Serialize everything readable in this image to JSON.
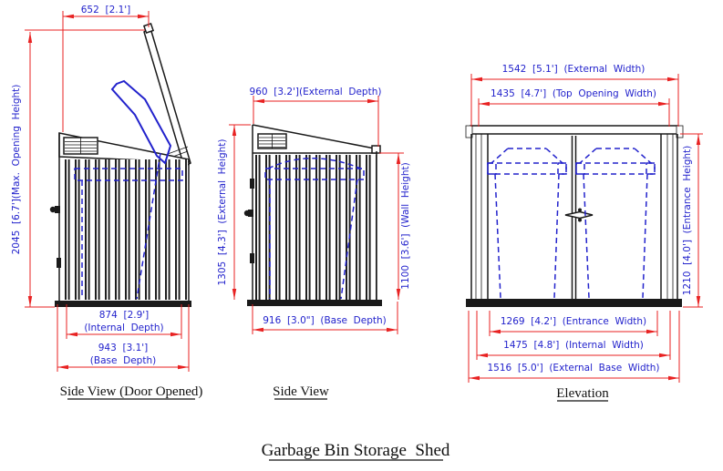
{
  "drawing_title": "Garbage Bin Storage  Shed",
  "colors": {
    "dimension_line": "#e82222",
    "dimension_text": "#2222cc",
    "hidden_bin_line": "#2222cc",
    "outline": "#1a1a1a",
    "background": "#ffffff"
  },
  "views": {
    "side_open": {
      "caption": "Side View (Door Opened)",
      "dim_lid_width": "652  [2.1']",
      "dim_max_opening_height": "2045  [6.7'](Max.  Opening  Height)",
      "dim_internal_depth_value": "874  [2.9']",
      "dim_internal_depth_name": "(Internal  Depth)",
      "dim_base_depth_value": "943  [3.1']",
      "dim_base_depth_name": "(Base  Depth)"
    },
    "side": {
      "caption": "Side View",
      "dim_external_depth": "960  [3.2'](External  Depth)",
      "dim_external_height": "1305  [4.3']  (External  Height)",
      "dim_wall_height": "1100  [3.6']  (Wall  Height)",
      "dim_base_depth": "916  [3.0\"]  (Base  Depth)"
    },
    "elevation": {
      "caption": "Elevation",
      "dim_external_width": "1542  [5.1']  (External  Width)",
      "dim_top_opening_width": "1435  [4.7']  (Top  Opening  Width)",
      "dim_entrance_height": "1210  [4.0']  (Entrance  Height)",
      "dim_entrance_width": "1269  [4.2']  (Entrance  Width)",
      "dim_internal_width": "1475  [4.8']  (Internal  Width)",
      "dim_external_base_width": "1516  [5.0']  (External  Base  Width)"
    }
  }
}
